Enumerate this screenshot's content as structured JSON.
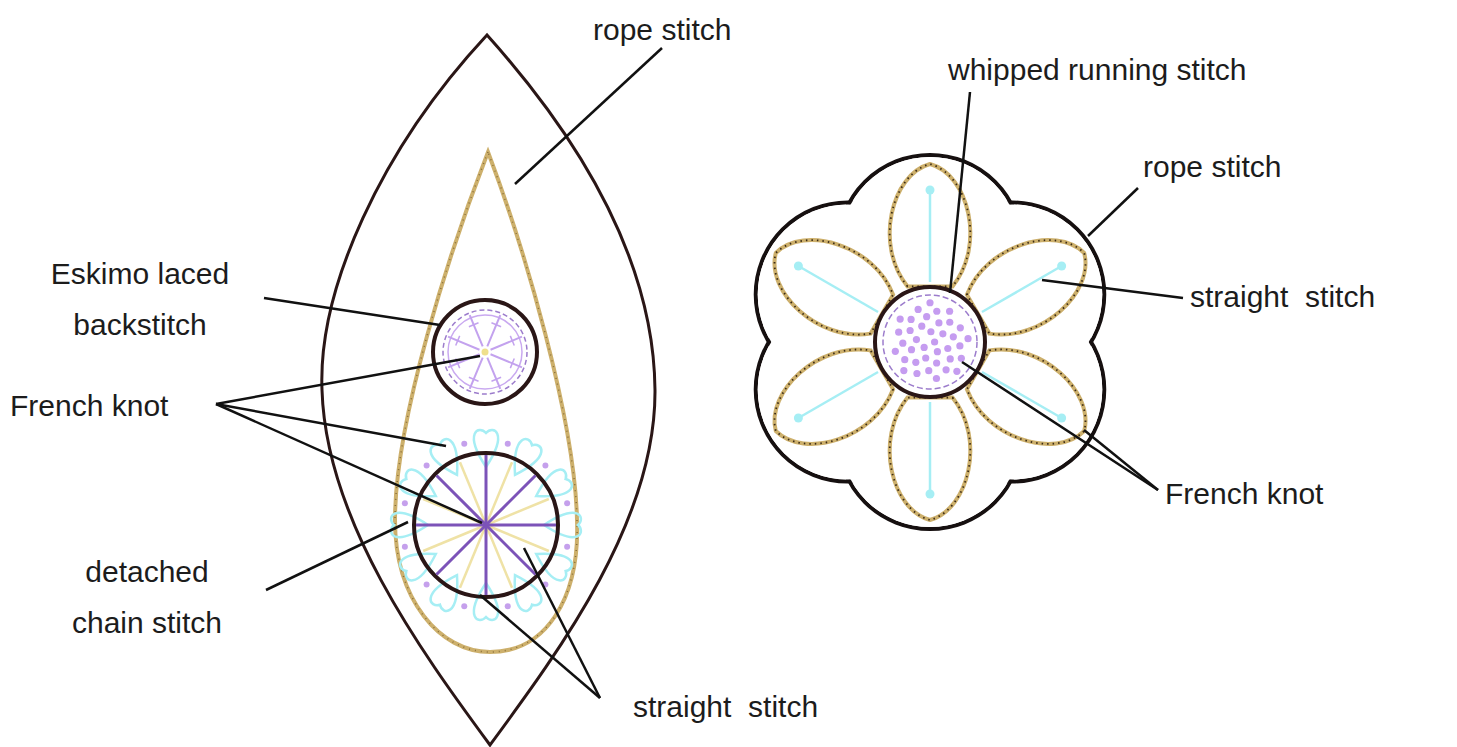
{
  "diagram": {
    "labels": [
      "rope stitch",
      "whipped running stitch",
      "rope stitch",
      "straight  stitch",
      "Eskimo laced backstitch",
      "French knot",
      "detached chain stitch",
      "straight  stitch",
      "French knot"
    ]
  }
}
